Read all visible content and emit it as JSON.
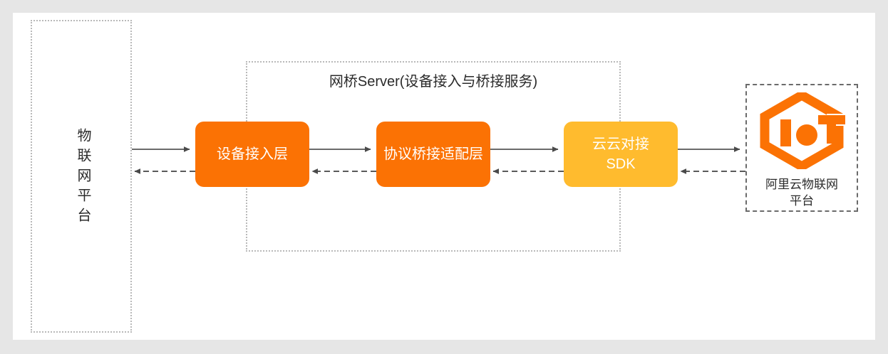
{
  "diagram": {
    "title_hidden": "IoT 网桥架构图",
    "background_color": "#e6e6e6",
    "canvas_color": "#ffffff",
    "accent_orange": "#fb7204",
    "accent_amber": "#ffbb2e",
    "dotted_border_color": "#b9b9b9",
    "dashed_border_color": "#6b6b6b"
  },
  "left_platform": {
    "label": "物联网平台"
  },
  "bridge_server": {
    "title": "网桥Server(设备接入与桥接服务)",
    "boxes": [
      {
        "label": "设备接入层",
        "color": "#fb7204"
      },
      {
        "label": "协议桥接适配层",
        "color": "#fb7204"
      },
      {
        "label": "云云对接\nSDK",
        "color": "#ffbb2e"
      }
    ],
    "box_1_label": "设备接入层",
    "box_2_label": "协议桥接适配层",
    "box_3_line1": "云云对接",
    "box_3_line2": "SDK"
  },
  "aliyun_platform": {
    "logo_name": "iot-hexagon-logo",
    "logo_text": "IoT",
    "label_line1": "阿里云物联网",
    "label_line2": "平台",
    "label": "阿里云物联网平台"
  },
  "connections": [
    {
      "from": "物联网平台",
      "to": "设备接入层",
      "style": "solid",
      "direction": "right"
    },
    {
      "from": "设备接入层",
      "to": "物联网平台",
      "style": "dashed",
      "direction": "left"
    },
    {
      "from": "设备接入层",
      "to": "协议桥接适配层",
      "style": "solid",
      "direction": "right"
    },
    {
      "from": "协议桥接适配层",
      "to": "设备接入层",
      "style": "dashed",
      "direction": "left"
    },
    {
      "from": "协议桥接适配层",
      "to": "云云对接SDK",
      "style": "solid",
      "direction": "right"
    },
    {
      "from": "云云对接SDK",
      "to": "协议桥接适配层",
      "style": "dashed",
      "direction": "left"
    },
    {
      "from": "云云对接SDK",
      "to": "阿里云物联网平台",
      "style": "solid",
      "direction": "right"
    },
    {
      "from": "阿里云物联网平台",
      "to": "云云对接SDK",
      "style": "dashed",
      "direction": "left"
    }
  ]
}
